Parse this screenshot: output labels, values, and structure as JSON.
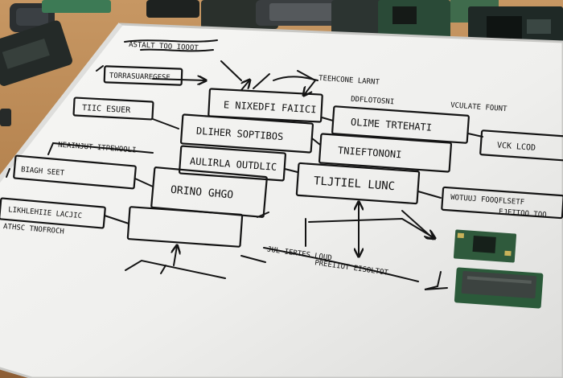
{
  "palette": {
    "desk_light": "#c99a66",
    "desk_dark": "#8a5a30",
    "board": "#f2f2f0",
    "board_shadow": "#cfcfcc",
    "ink": "#141414",
    "pcb_dark": "#1f2a24",
    "pcb_green": "#2f5e3e"
  },
  "board": {
    "boxes": [
      {
        "text": "E NIXEDFI FAIICI"
      },
      {
        "text": "OLIME TRTEHATI"
      },
      {
        "text": "DLIHER SOPTIBOS"
      },
      {
        "text": "TNIEFTONONI"
      },
      {
        "text": "AULIRLA OUTDLIC"
      },
      {
        "text": "TLJTIEL LUNC"
      },
      {
        "text": "ORINO GHGO"
      },
      {
        "text": "TIIC ESUER"
      },
      {
        "text": "TORRASUAREGESE"
      },
      {
        "text": "VCK LCOD"
      }
    ],
    "notes": [
      {
        "text": "ASTALT TOO IOOOT"
      },
      {
        "text": "TEEHCONE LARNT"
      },
      {
        "text": "DDFLOTOSNI"
      },
      {
        "text": "VCULATE FOUNT"
      },
      {
        "text": "NEAINJUT ITPEWOOLI"
      },
      {
        "text": "BIAGH SEET"
      },
      {
        "text": "LIKHLEHIIE LACJIC"
      },
      {
        "text": "ATHSC TNOFROCH"
      },
      {
        "text": "WOTUUJ FOOQFLSETF"
      },
      {
        "text": "JUL IERTES LOUD"
      },
      {
        "text": "PREEIIOT EISOLTOT"
      },
      {
        "text": "EJETTOO TOO"
      }
    ]
  }
}
